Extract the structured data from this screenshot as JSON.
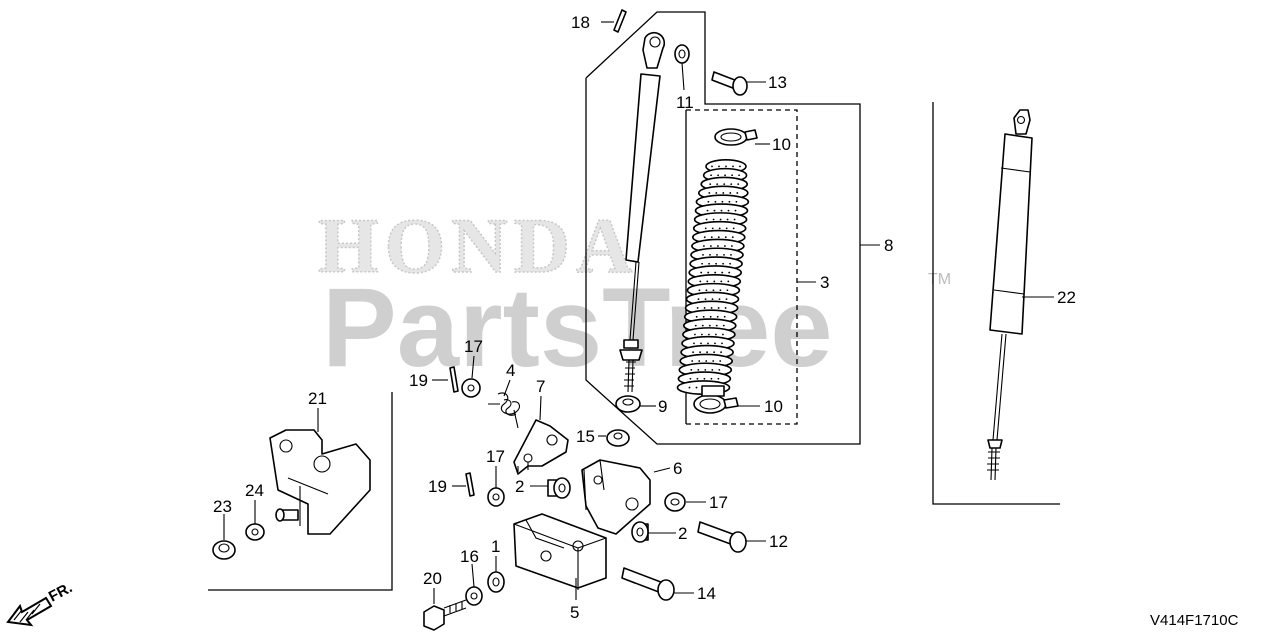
{
  "watermark": {
    "brand": "HONDA",
    "site": "PartsTree",
    "trademark": "TM"
  },
  "diagram_code": "V414F1710C",
  "front_arrow_label": "FR.",
  "callouts": {
    "p1": "1",
    "p2a": "2",
    "p2b": "2",
    "p3": "3",
    "p4": "4",
    "p5": "5",
    "p6": "6",
    "p7": "7",
    "p8": "8",
    "p9": "9",
    "p10a": "10",
    "p10b": "10",
    "p11": "11",
    "p12": "12",
    "p13": "13",
    "p14": "14",
    "p15": "15",
    "p16": "16",
    "p17a": "17",
    "p17b": "17",
    "p17c": "17",
    "p18": "18",
    "p19a": "19",
    "p19b": "19",
    "p20": "20",
    "p21": "21",
    "p22": "22",
    "p23": "23",
    "p24": "24"
  }
}
